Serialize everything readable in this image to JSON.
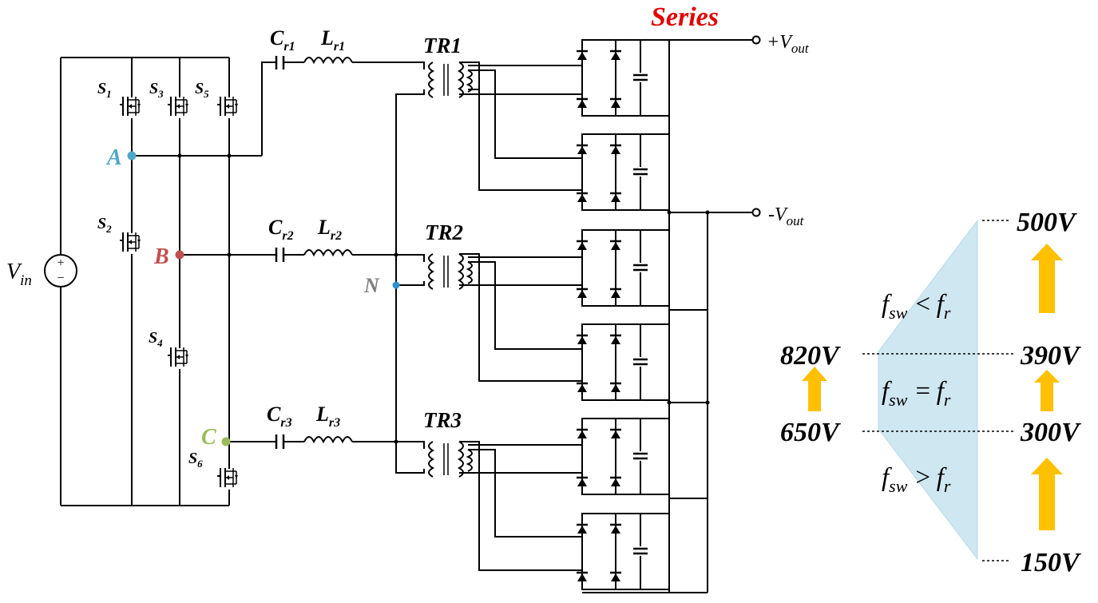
{
  "title": "Series",
  "colors": {
    "wire": "#000000",
    "title": "#e00000",
    "node_a": "#4fa8c8",
    "node_b": "#c0504d",
    "node_c": "#9bbb59",
    "node_n": "#7f7f7f",
    "node_n_dot": "#2e90d0",
    "arrow": "#ffc000",
    "region_fill": "#cfe7f1"
  },
  "source": {
    "label": "V",
    "sub": "in",
    "plus": "+",
    "minus": "−"
  },
  "switches": [
    {
      "label": "S",
      "sub": "1"
    },
    {
      "label": "S",
      "sub": "3"
    },
    {
      "label": "S",
      "sub": "5"
    },
    {
      "label": "S",
      "sub": "2"
    },
    {
      "label": "S",
      "sub": "4"
    },
    {
      "label": "S",
      "sub": "6"
    }
  ],
  "nodes": {
    "a": "A",
    "b": "B",
    "c": "C",
    "n": "N"
  },
  "tanks": [
    {
      "cap": "C",
      "cap_sub": "r1",
      "ind": "L",
      "ind_sub": "r1",
      "transformer": "TR1"
    },
    {
      "cap": "C",
      "cap_sub": "r2",
      "ind": "L",
      "ind_sub": "r2",
      "transformer": "TR2"
    },
    {
      "cap": "C",
      "cap_sub": "r3",
      "ind": "L",
      "ind_sub": "r3",
      "transformer": "TR3"
    }
  ],
  "outputs": {
    "pos": {
      "prefix": "+V",
      "sub": "out"
    },
    "neg": {
      "prefix": "-V",
      "sub": "out"
    }
  },
  "range": {
    "input_levels": [
      "820V",
      "650V"
    ],
    "output_levels": [
      "500V",
      "390V",
      "300V",
      "150V"
    ],
    "regions": [
      {
        "f": "f",
        "sub1": "sw",
        "op": "<",
        "f2": "f",
        "sub2": "r"
      },
      {
        "f": "f",
        "sub1": "sw",
        "op": "=",
        "f2": "f",
        "sub2": "r"
      },
      {
        "f": "f",
        "sub1": "sw",
        "op": ">",
        "f2": "f",
        "sub2": "r"
      }
    ]
  }
}
